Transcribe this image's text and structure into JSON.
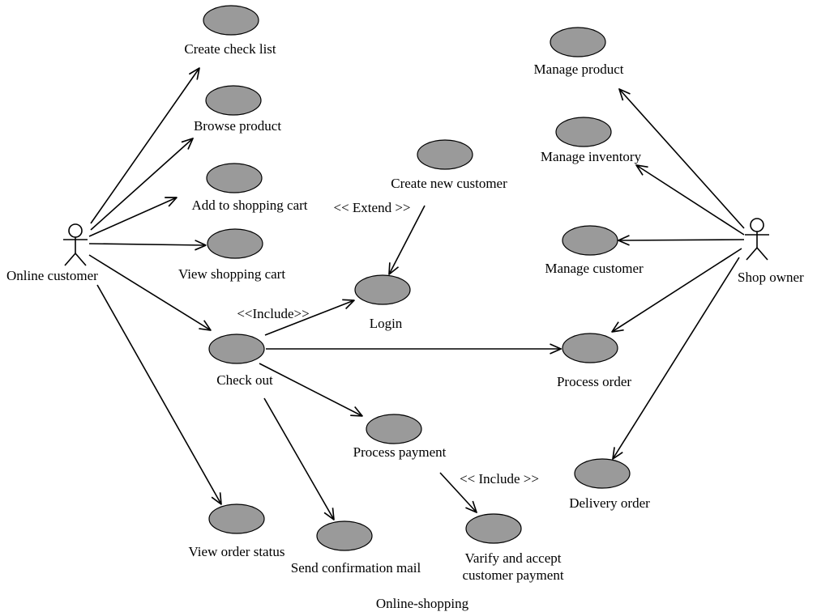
{
  "diagram": {
    "caption": "Online-shopping",
    "actors": {
      "customer": "Online customer",
      "owner": "Shop owner"
    },
    "use_cases": {
      "create_check_list": "Create check list",
      "browse_product": "Browse product",
      "add_to_cart": "Add to shopping cart",
      "view_cart": "View shopping cart",
      "check_out": "Check out",
      "view_order_status": "View order status",
      "send_confirmation_mail": "Send confirmation mail",
      "login": "Login",
      "create_new_customer": "Create new customer",
      "process_payment": "Process payment",
      "verify_payment_line1": "Varify and accept",
      "verify_payment_line2": "customer payment",
      "process_order": "Process order",
      "manage_product": "Manage product",
      "manage_inventory": "Manage inventory",
      "manage_customer": "Manage customer",
      "delivery_order": "Delivery order"
    },
    "stereotypes": {
      "extend": "<< Extend >>",
      "include_login": "<<Include>>",
      "include_payment": "<< Include >>"
    },
    "colors": {
      "use_case_fill": "#9a9a9a",
      "line": "#000000"
    }
  }
}
